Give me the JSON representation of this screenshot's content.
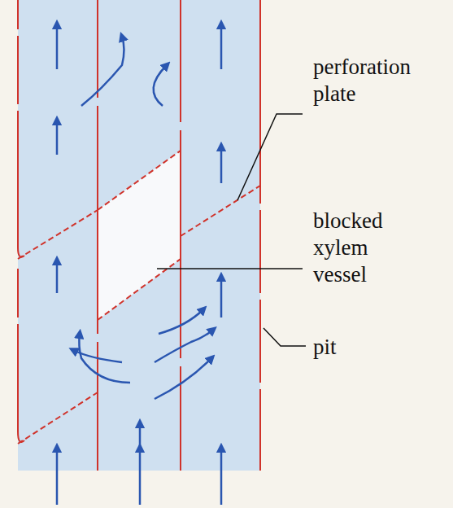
{
  "diagram": {
    "labels": [
      "perforation plate",
      "blocked xylem vessel",
      "pit"
    ]
  }
}
